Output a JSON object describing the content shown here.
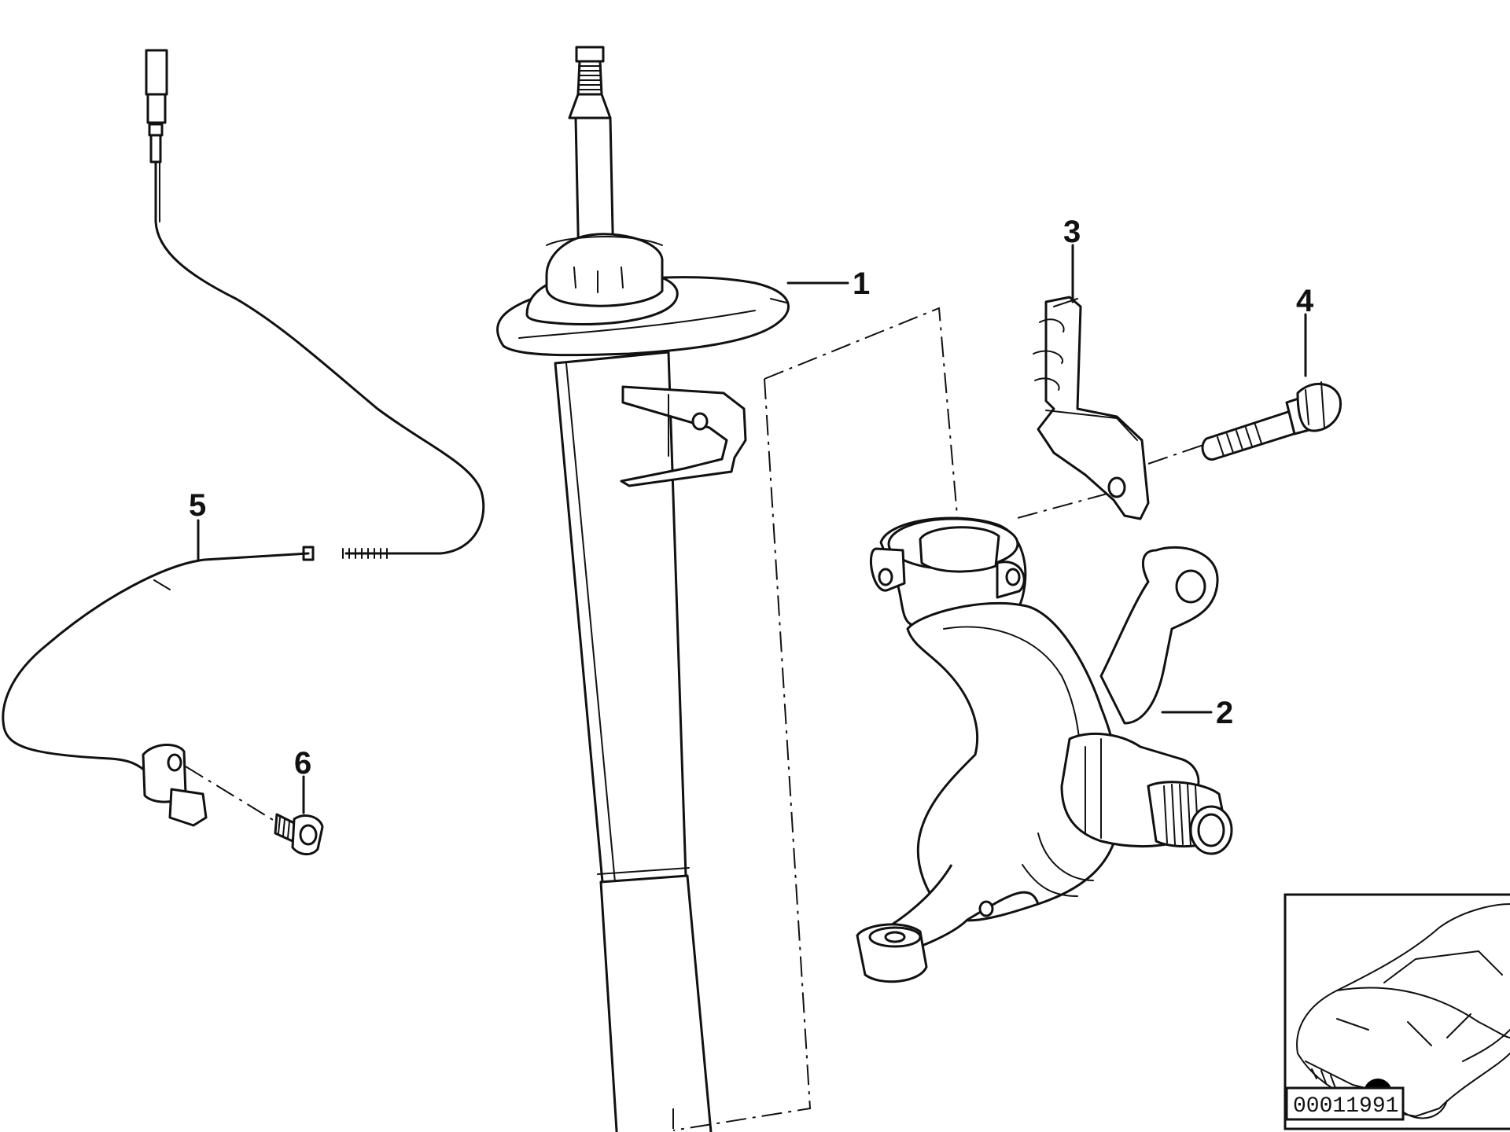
{
  "callouts": [
    {
      "label": "1"
    },
    {
      "label": "2"
    },
    {
      "label": "3"
    },
    {
      "label": "4"
    },
    {
      "label": "5"
    },
    {
      "label": "6"
    }
  ],
  "reference_number": "00011991",
  "inset": {
    "icon": "car-location-icon"
  },
  "colors": {
    "line": "#111111",
    "background": "#ffffff"
  }
}
